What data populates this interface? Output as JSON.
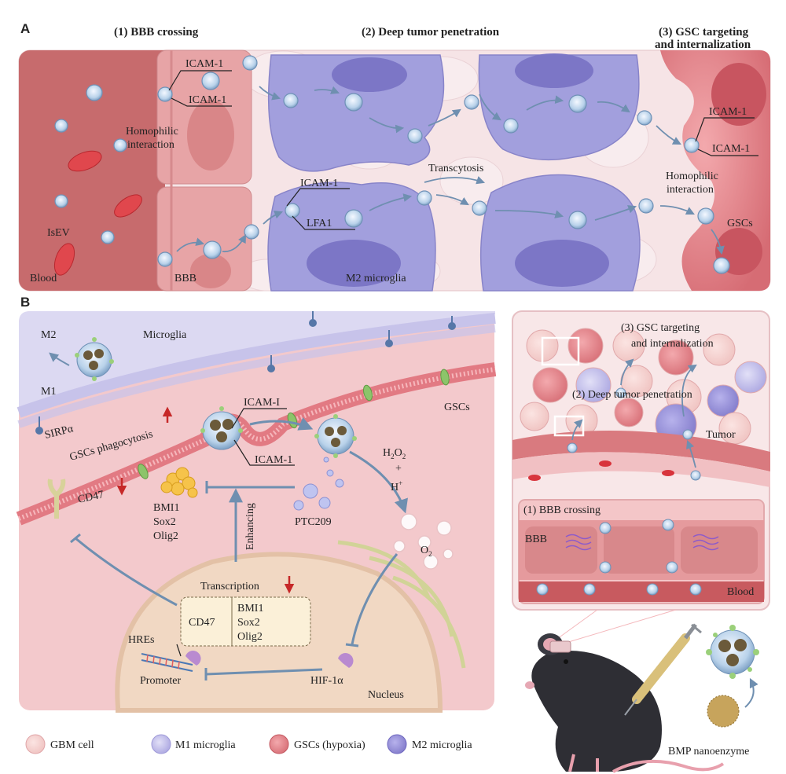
{
  "panel_a": {
    "letter": "A",
    "headings": {
      "bbb": "(1) BBB crossing",
      "penetration": "(2) Deep tumor penetration",
      "gsc_line1": "(3) GSC targeting",
      "gsc_line2": "and internalization"
    },
    "labels": {
      "icam_1": "ICAM-1",
      "icam_2": "ICAM-1",
      "homophilic_1": "Homophilic",
      "interaction_1": "interaction",
      "isev": "IsEV",
      "blood": "Blood",
      "bbb": "BBB",
      "icam_3": "ICAM-1",
      "lfa1": "LFA1",
      "m2_microglia": "M2 microglia",
      "transcytosis": "Transcytosis",
      "icam_4": "ICAM-1",
      "icam_5": "ICAM-1",
      "homophilic_2": "Homophilic",
      "interaction_2": "interaction",
      "gscs": "GSCs"
    }
  },
  "panel_b": {
    "letter": "B",
    "labels": {
      "m2": "M2",
      "m1": "M1",
      "microglia": "Microglia",
      "sirpa": "SIRPα",
      "gscs_phagocytosis": "GSCs phagocytosis",
      "icam_top": "ICAM-I",
      "icam_bottom": "ICAM-1",
      "gscs": "GSCs",
      "cd47": "CD47",
      "bmi1": "BMI1",
      "sox2": "Sox2",
      "olig2": "Olig2",
      "enhancing": "Enhancing",
      "ptc209": "PTC209",
      "h2o2": "H",
      "h2o2_sub1": "2",
      "h2o2_o": "O",
      "h2o2_sub2": "2",
      "plus": "+",
      "h_plus": "H",
      "h_plus_sup": "+",
      "o2": "O",
      "o2_sub": "2",
      "transcription": "Transcription",
      "box_cd47": "CD47",
      "box_bmi1": "BMI1",
      "box_sox2": "Sox2",
      "box_olig2": "Olig2",
      "hres": "HREs",
      "promoter": "Promoter",
      "hif1a": "HIF-1α",
      "nucleus": "Nucleus"
    }
  },
  "inset": {
    "gsc_line1": "(3) GSC targeting",
    "gsc_line2": "and internalization",
    "penetration": "(2) Deep tumor penetration",
    "tumor": "Tumor",
    "bbb_crossing": "(1) BBB crossing",
    "bbb": "BBB",
    "blood": "Blood"
  },
  "bmp_label": "BMP nanoenzyme",
  "legend": [
    {
      "label": "GBM cell",
      "color": "#f3c8c4"
    },
    {
      "label": "M1 microglia",
      "color": "#b9b6e6"
    },
    {
      "label": "GSCs (hypoxia)",
      "color": "#d9626d"
    },
    {
      "label": "M2 microglia",
      "color": "#8c86d2"
    }
  ],
  "colors": {
    "blood_vessel": "#c96e6e",
    "tissue_pink": "#f4d6d6",
    "m2_purple": "#9b97d8",
    "gsc_red": "#d9737b",
    "arrow_blue": "#6f8fb0",
    "up_down_arrow": "#c62828"
  }
}
